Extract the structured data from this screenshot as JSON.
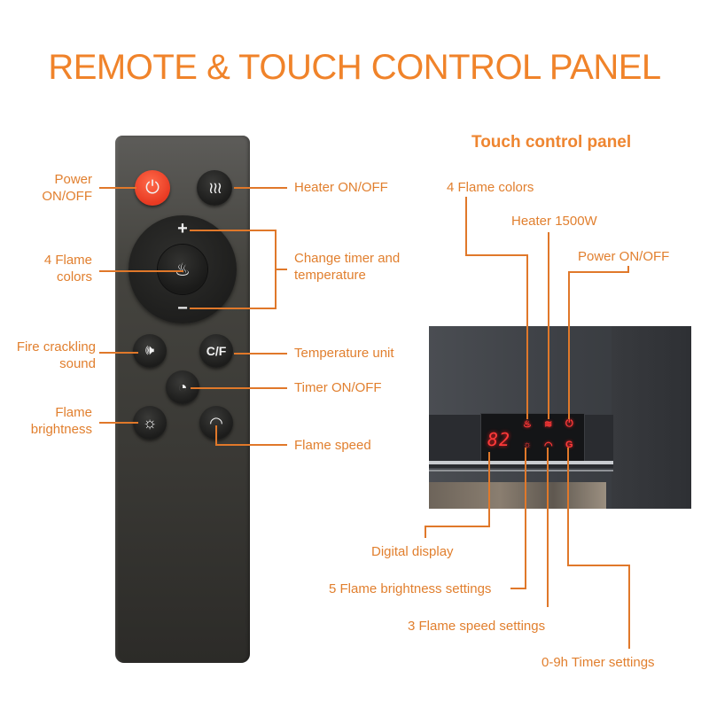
{
  "title": "REMOTE & TOUCH CONTROL PANEL",
  "colors": {
    "accent": "#f0832a",
    "label": "#e17f2e",
    "power_button": "#e83a22",
    "led": "#ff3b3b"
  },
  "remote": {
    "buttons": [
      {
        "id": "power",
        "icon": "power-icon",
        "glyph": "⏻"
      },
      {
        "id": "heater",
        "icon": "heat-waves-icon",
        "glyph": "≋"
      },
      {
        "id": "plus",
        "icon": "plus-icon",
        "glyph": "+"
      },
      {
        "id": "flame",
        "icon": "flame-icon",
        "glyph": "🔥"
      },
      {
        "id": "minus",
        "icon": "minus-icon",
        "glyph": "−"
      },
      {
        "id": "sound",
        "icon": "speaker-icon",
        "glyph": "🔊"
      },
      {
        "id": "unit",
        "icon": "celsius-fahrenheit-icon",
        "glyph": "C/F"
      },
      {
        "id": "timer",
        "icon": "timer-icon",
        "glyph": "◔"
      },
      {
        "id": "brightness",
        "icon": "sun-icon",
        "glyph": "☀"
      },
      {
        "id": "speed",
        "icon": "speedometer-icon",
        "glyph": "◠"
      }
    ],
    "labels": {
      "power": [
        "Power",
        "ON/OFF"
      ],
      "heater": "Heater ON/OFF",
      "flame_colors": [
        "4 Flame",
        "colors"
      ],
      "timer_temp": [
        "Change timer and",
        "temperature"
      ],
      "sound": [
        "Fire crackling",
        "sound"
      ],
      "unit": "Temperature unit",
      "timer": "Timer ON/OFF",
      "brightness": [
        "Flame",
        "brightness"
      ],
      "speed": "Flame speed"
    }
  },
  "touch_panel": {
    "subtitle": "Touch control panel",
    "display_value": "82",
    "labels": {
      "flame_colors": "4 Flame colors",
      "heater": "Heater 1500W",
      "power": "Power ON/OFF",
      "display": "Digital display",
      "brightness": "5 Flame brightness settings",
      "speed": "3 Flame speed settings",
      "timer": "0-9h Timer settings"
    }
  }
}
